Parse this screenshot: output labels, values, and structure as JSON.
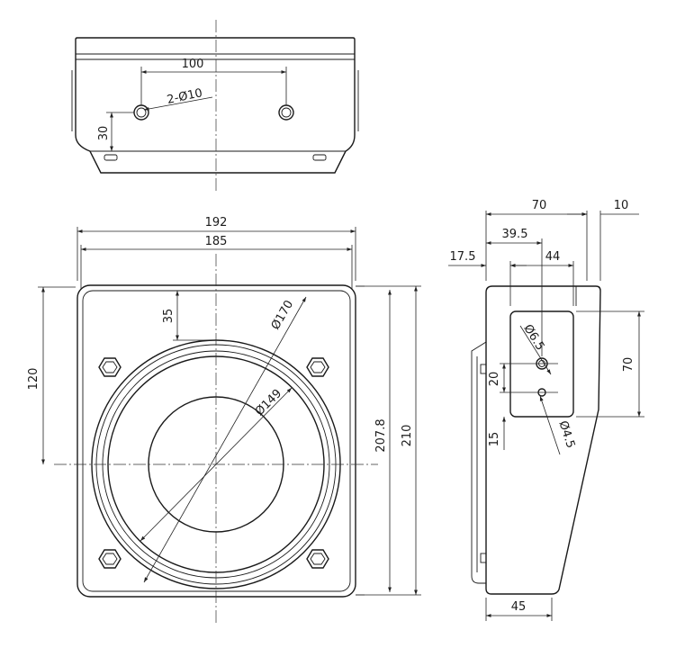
{
  "views": {
    "top": {
      "dims": {
        "hole_spacing": "100",
        "hole_callout": "2-Ø10",
        "hole_offset": "30"
      }
    },
    "front": {
      "dims": {
        "outer_width": "192",
        "inner_width": "185",
        "height_outer": "210",
        "height_inner": "207.8",
        "center_height": "120",
        "top_offset": "35",
        "ring_outer": "Ø170",
        "ring_inner": "Ø149"
      }
    },
    "side": {
      "dims": {
        "overall_depth": "70",
        "top_lip": "10",
        "hole_pos": "39.5",
        "window_width": "44",
        "front_offset": "17.5",
        "window_height": "70",
        "hole_spacing": "20",
        "lower_offset": "15",
        "hole_large": "Ø6.5",
        "hole_small": "Ø4.5",
        "base_depth": "45"
      }
    }
  }
}
